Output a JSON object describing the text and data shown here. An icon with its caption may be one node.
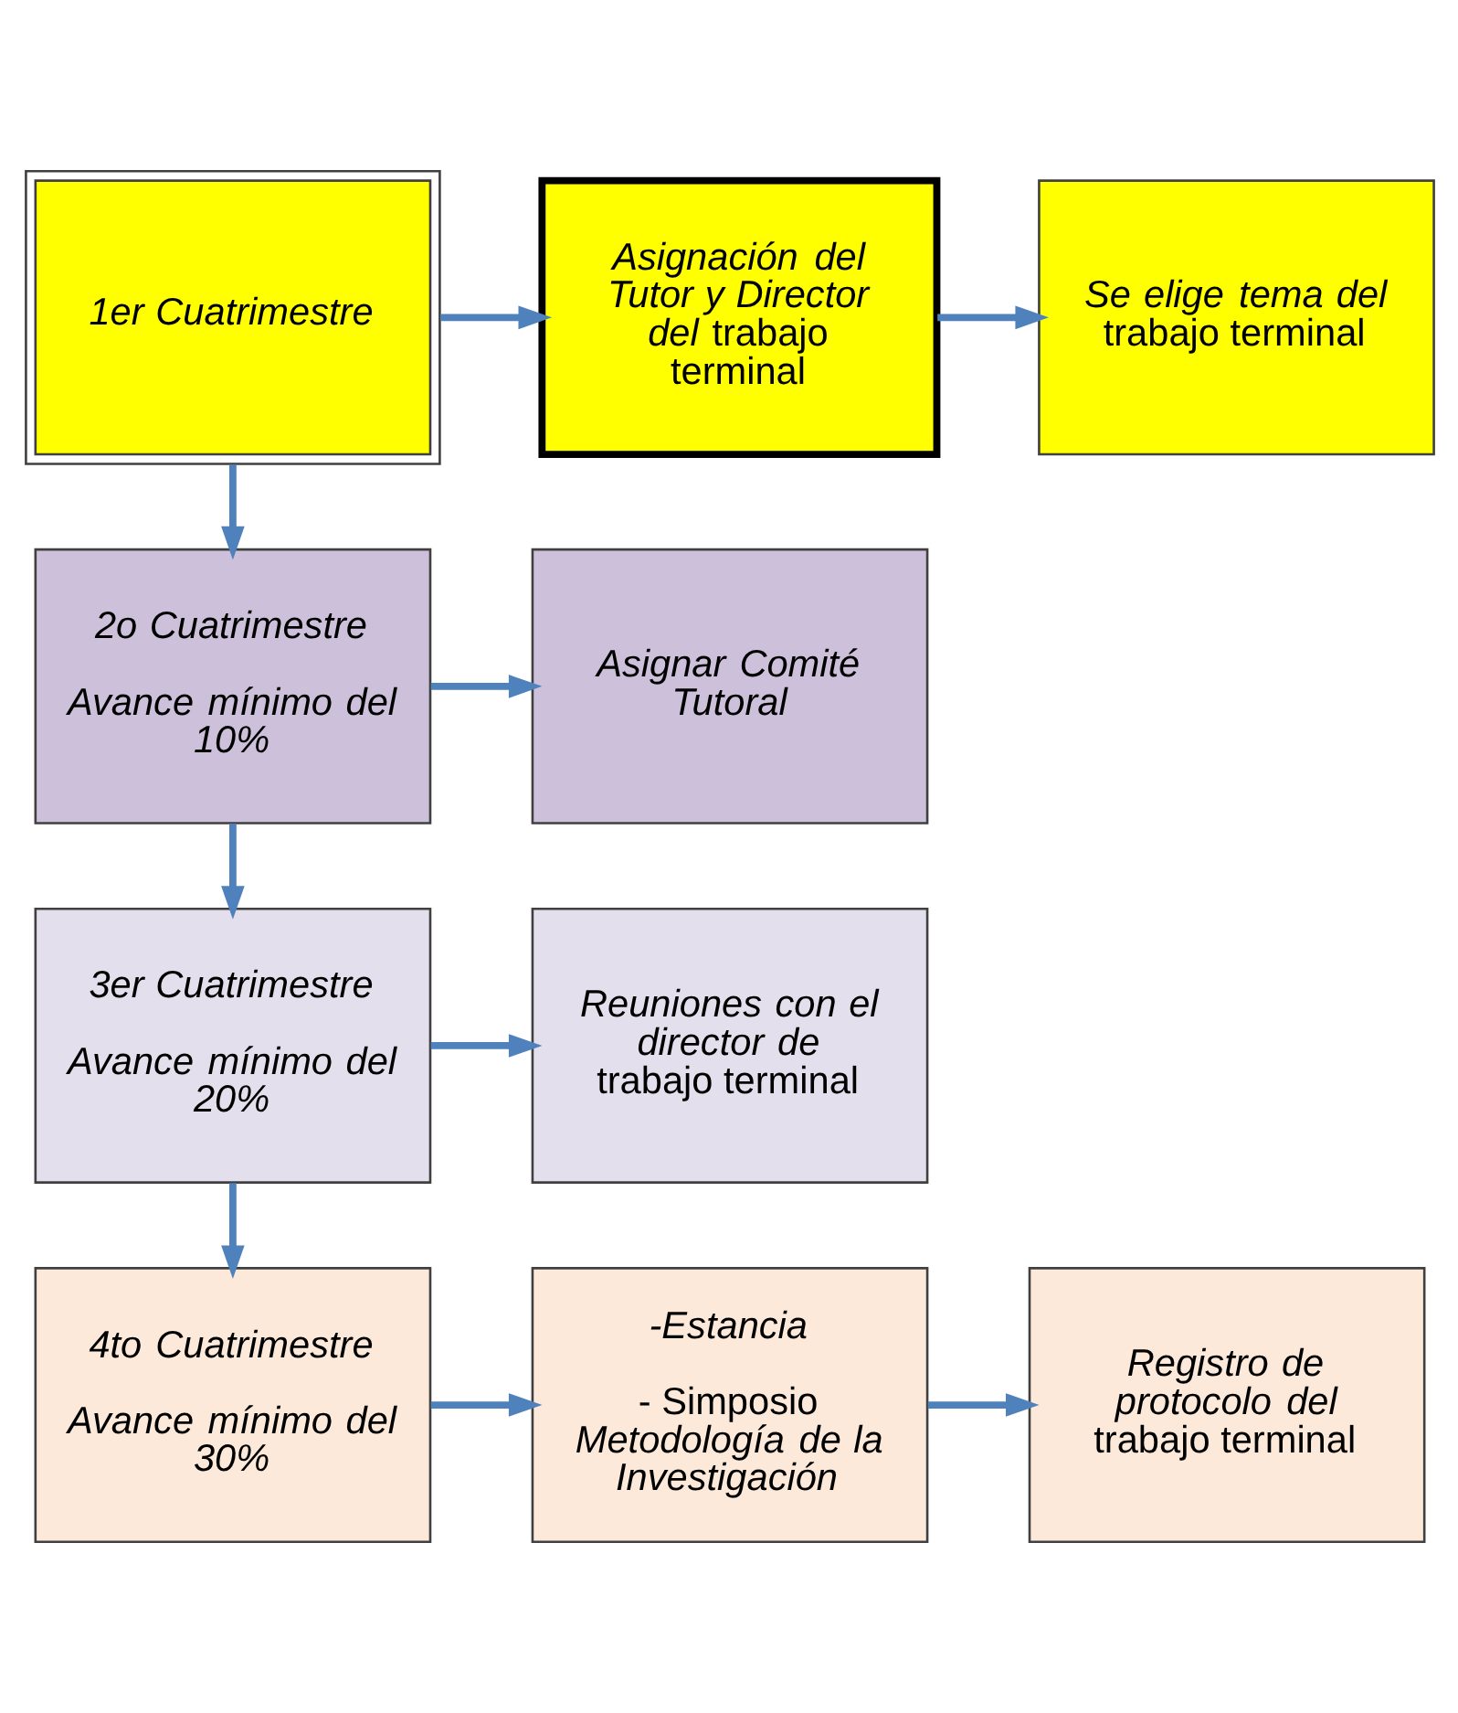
{
  "diagram": {
    "nodes": [
      {
        "text": [
          "1er Cuatrimestre"
        ]
      },
      {
        "text": [
          "*Asignación del Tutor y Director del* trabajo terminal"
        ]
      },
      {
        "text": [
          "*Se elige tema del* trabajo terminal"
        ]
      },
      {
        "text": [
          "2o Cuatrimestre",
          "Avance mínimo del 10%"
        ]
      },
      {
        "text": [
          "Asignar Comité Tutoral"
        ]
      },
      {
        "text": [
          "3er Cuatrimestre",
          "Avance mínimo del 20%"
        ]
      },
      {
        "text": [
          "*Reuniones con el director de* trabajo terminal"
        ]
      },
      {
        "text": [
          "4to Cuatrimestre",
          "Avance mínimo del 30%"
        ]
      },
      {
        "text": [
          "-Estancia",
          "- Simposio *Metodología de la Investigación*"
        ]
      },
      {
        "text": [
          "*Registro de protocolo del* trabajo terminal"
        ]
      }
    ],
    "edges": [
      {
        "from": 0,
        "to": 1,
        "arrow": "to"
      },
      {
        "from": 1,
        "to": 2,
        "arrow": "to"
      },
      {
        "from": 0,
        "to": 3,
        "arrow": "to"
      },
      {
        "from": 3,
        "to": 4,
        "arrow": "to"
      },
      {
        "from": 3,
        "to": 5,
        "arrow": "to"
      },
      {
        "from": 5,
        "to": 6,
        "arrow": "to"
      },
      {
        "from": 5,
        "to": 7,
        "arrow": "to"
      },
      {
        "from": 7,
        "to": 8,
        "arrow": "to"
      },
      {
        "from": 8,
        "to": 9,
        "arrow": "to"
      }
    ]
  }
}
